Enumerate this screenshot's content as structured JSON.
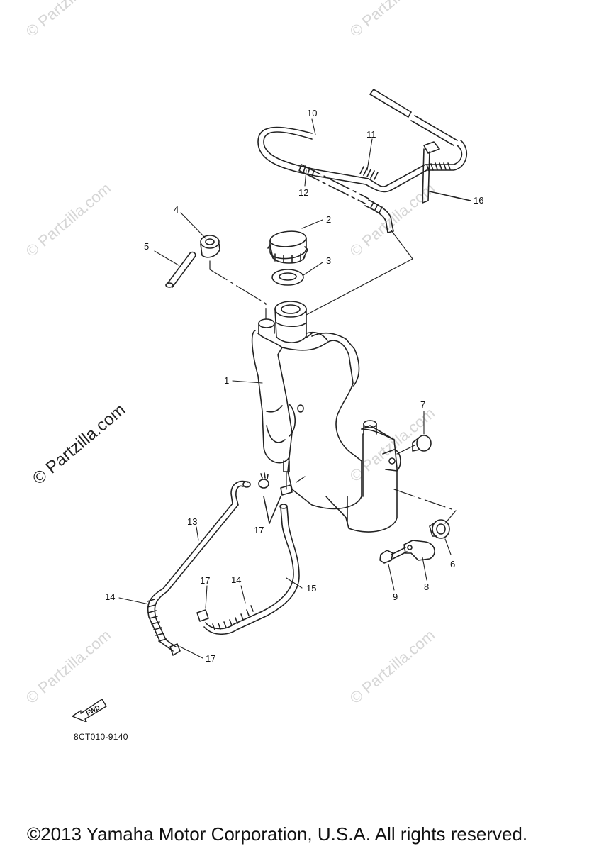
{
  "watermarks": {
    "light": "© Partzilla.com",
    "bold": "© Partzilla.com"
  },
  "callouts": [
    "1",
    "2",
    "3",
    "4",
    "5",
    "6",
    "7",
    "8",
    "9",
    "10",
    "11",
    "12",
    "13",
    "14",
    "14",
    "15",
    "16",
    "17",
    "17",
    "17"
  ],
  "direction_label": "FWD",
  "diagram_code": "8CT010-9140",
  "copyright": "©2013 Yamaha Motor Corporation, U.S.A. All rights reserved.",
  "colors": {
    "line": "#222222",
    "watermark": "#d6d6d6"
  }
}
